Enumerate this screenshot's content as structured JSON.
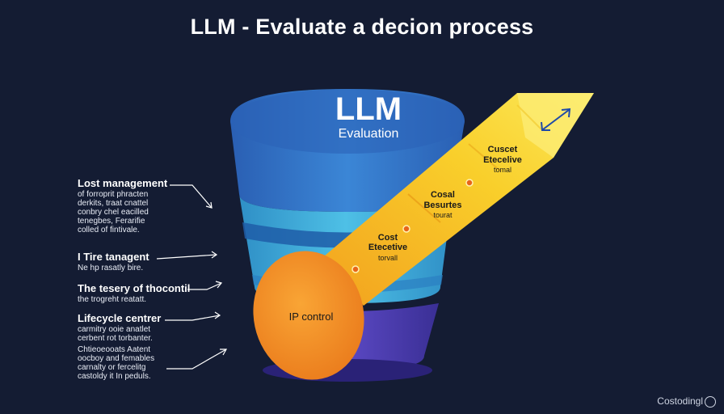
{
  "title": "LLM - Evaluate a decion process",
  "funnel": {
    "heading": "LLM",
    "subheading": "Evaluation"
  },
  "circle_label": "IP control",
  "arrow_stages": [
    {
      "title_lines": [
        "Cost",
        "Etecetive"
      ],
      "sub": "torvall"
    },
    {
      "title_lines": [
        "Cosal",
        "Besurtes"
      ],
      "sub": "tourat"
    },
    {
      "title_lines": [
        "Cuscet",
        "Etecelive"
      ],
      "sub": "tomal"
    }
  ],
  "notes": [
    {
      "heading": "Lost management",
      "lines": [
        "of forroprit phracten",
        "derkits, traat cnattel",
        "conbry chel eacilled",
        "tenegbes, Ferarifie",
        "colled of fintivale."
      ]
    },
    {
      "heading": "I Tire tanagent",
      "lines": [
        "Ne hp rasatly bire."
      ]
    },
    {
      "heading": "The tesery of thocontil",
      "lines": [
        "the trogreht reatatt."
      ]
    },
    {
      "heading": "Lifecycle centrer",
      "lines": [
        "carmitry ooie anatlet",
        "cerbent rot torbanter."
      ]
    },
    {
      "heading": "",
      "lines": [
        "Chtieoeooats Aatent",
        "oocboy and femables",
        "carnalty or fercelitg",
        "castoldy it In peduls."
      ]
    }
  ],
  "watermark": "Costodingl",
  "colors": {
    "background": "#141c33",
    "funnel_top": "#2f6fc2",
    "funnel_mid": "#3aa6d8",
    "funnel_bottom": "#4a3aa8",
    "arrow_start": "#f2a11e",
    "arrow_end": "#fbe95a",
    "circle": "#f28c22"
  }
}
